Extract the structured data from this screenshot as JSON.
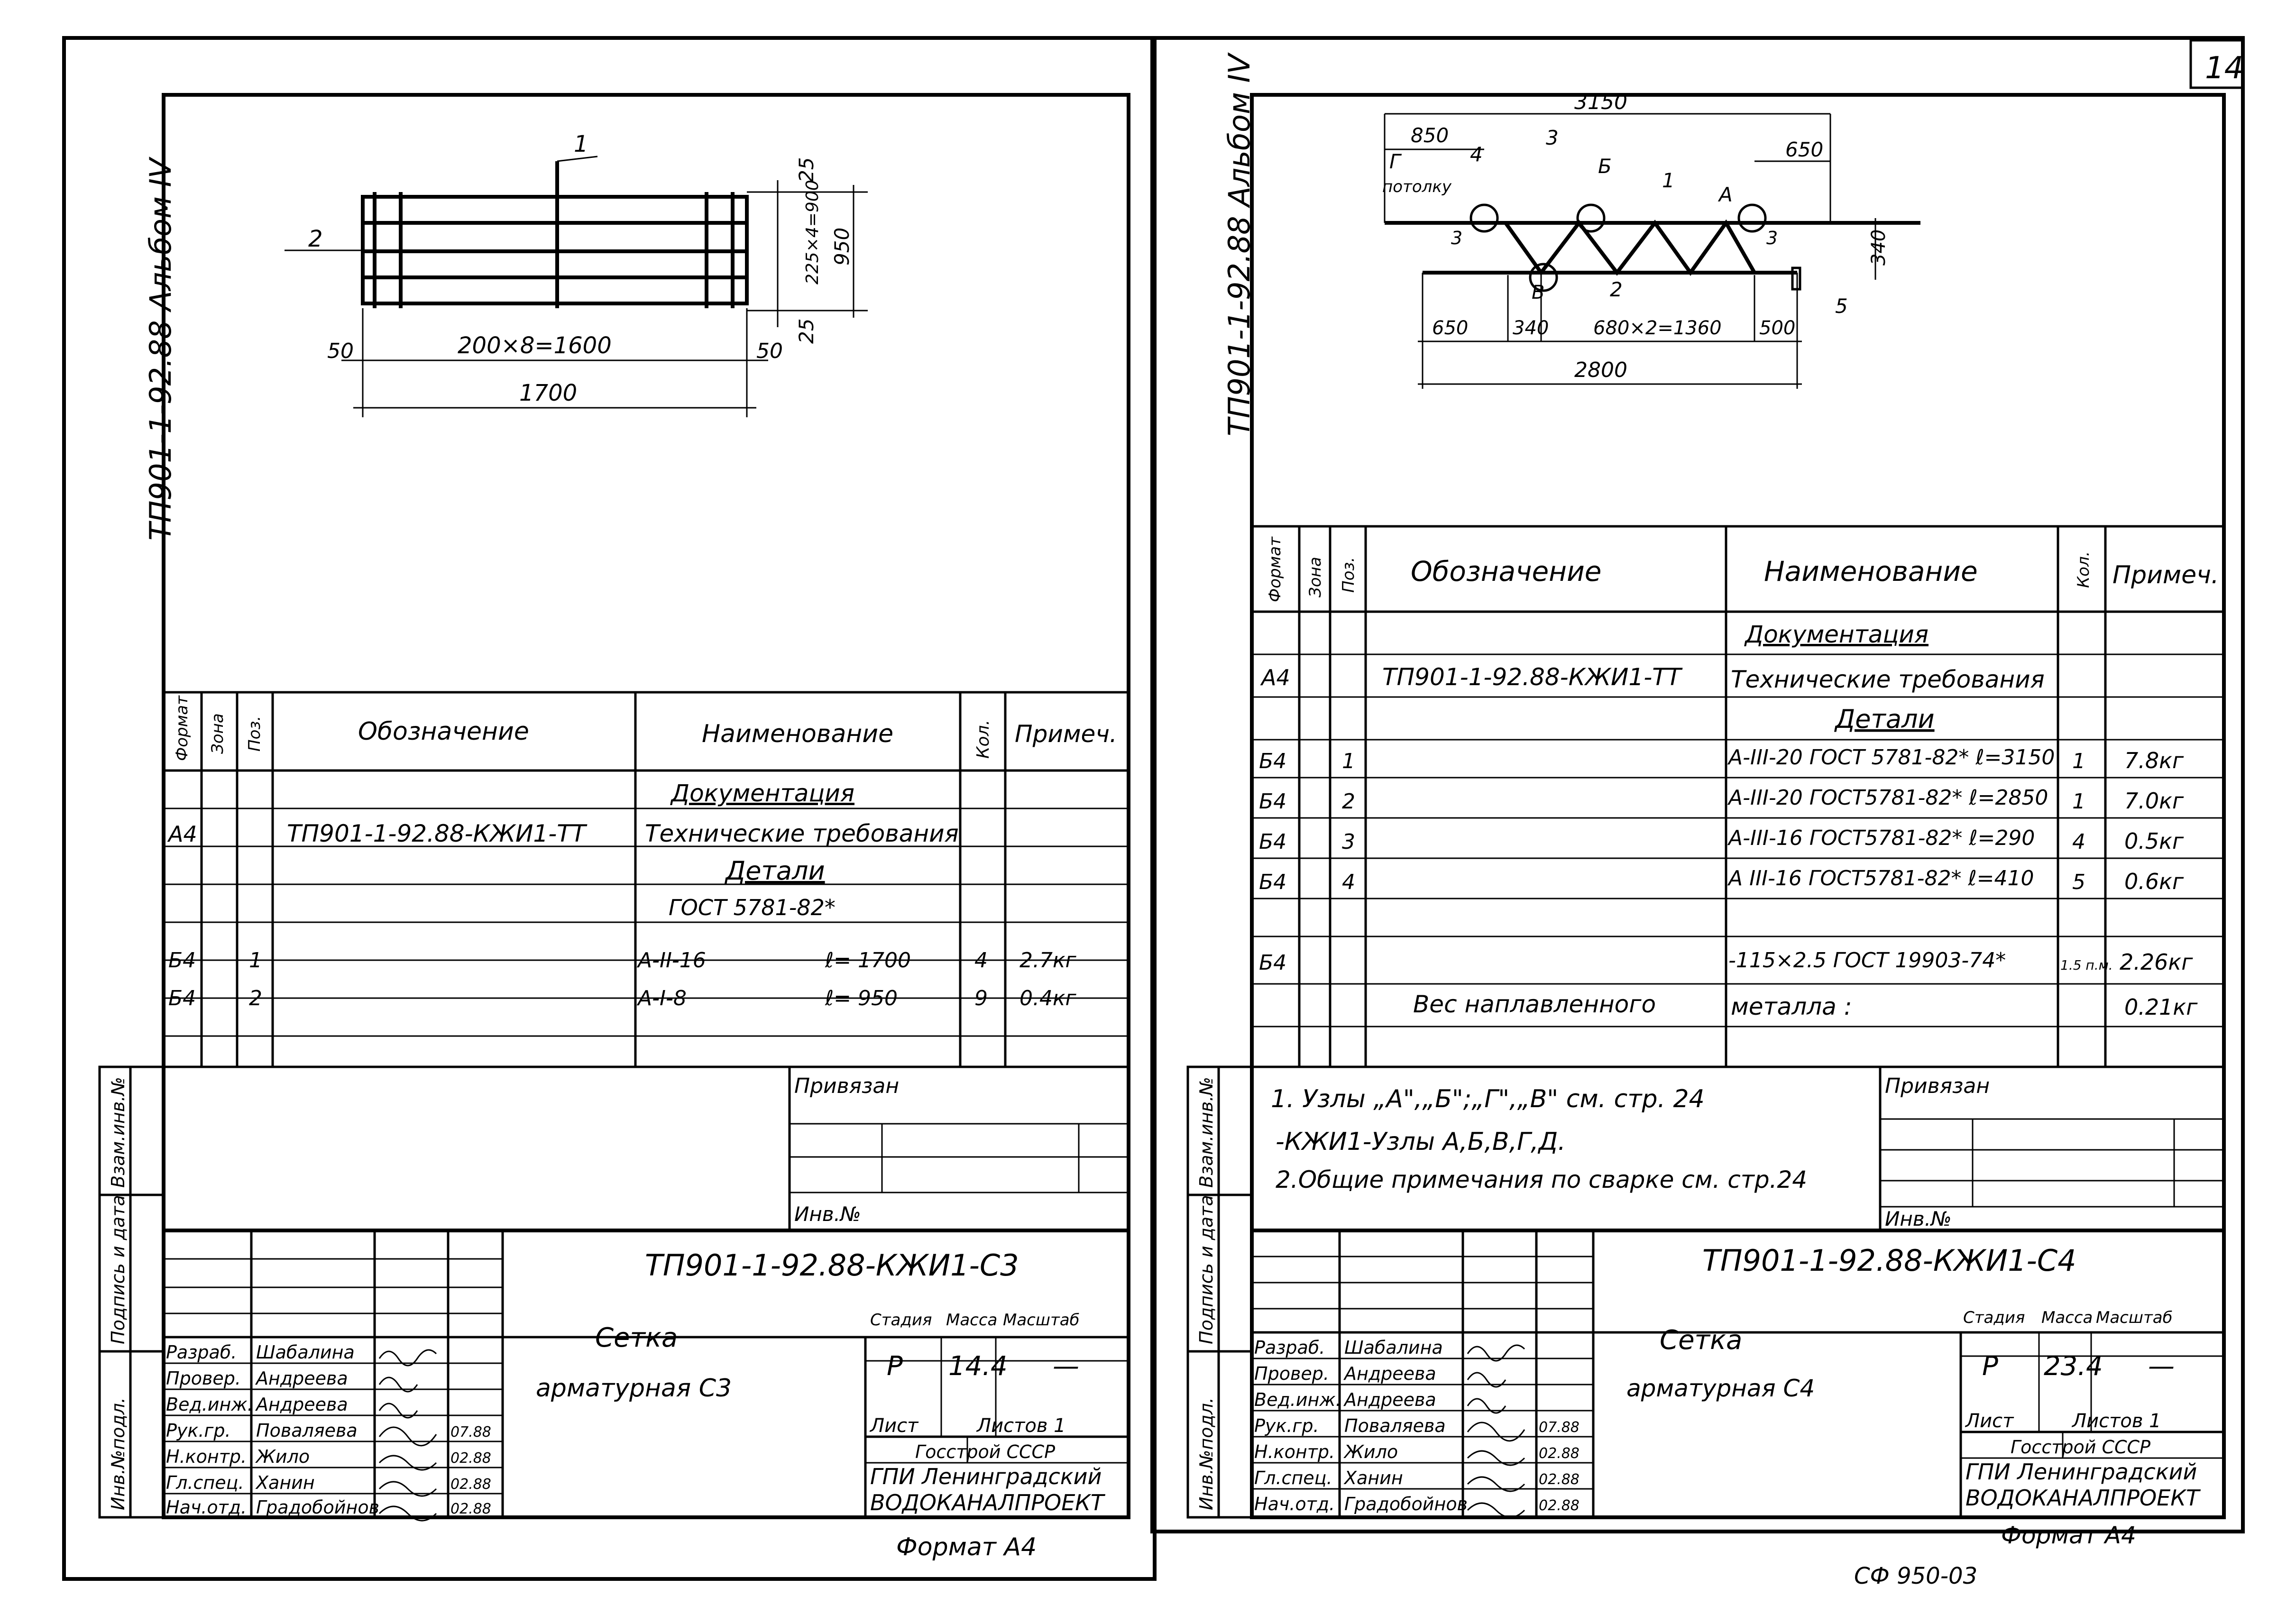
{
  "page_number": "14",
  "footer_code": "СФ 950-03",
  "left": {
    "album": "ТП901-1-92.88 Альбом IV",
    "drawing": {
      "pos_1": "1",
      "pos_2": "2",
      "dim_top": "25",
      "dim_mid": "225×4=900",
      "dim_total_h": "950",
      "dim_bottom": "25",
      "dim_left_50": "50",
      "dim_right_50": "50",
      "dim_span": "200×8=1600",
      "dim_total_w": "1700"
    },
    "spec": {
      "headers": {
        "format": "Формат",
        "zone": "Зона",
        "pos": "Поз.",
        "designation": "Обозначение",
        "name": "Наименование",
        "qty": "Кол.",
        "note": "Примеч."
      },
      "section_docs": "Документация",
      "doc_row": {
        "format": "А4",
        "designation": "ТП901-1-92.88-КЖИ1-ТТ",
        "name": "Технические требования"
      },
      "section_parts": "Детали",
      "gost": "ГОСТ 5781-82*",
      "rows": [
        {
          "format": "Б4",
          "pos": "1",
          "name": "А-II-16",
          "len": "ℓ= 1700",
          "qty": "4",
          "note": "2.7кг"
        },
        {
          "format": "Б4",
          "pos": "2",
          "name": "А-I-8",
          "len": "ℓ= 950",
          "qty": "9",
          "note": "0.4кг"
        }
      ]
    },
    "privyazan": "Привязан",
    "inv_no": "Инв.№",
    "side_labels": [
      "Взам.инв.№",
      "Подпись и дата",
      "Инв.№подл."
    ],
    "title_block": {
      "code": "ТП901-1-92.88-КЖИ1-С3",
      "title_line1": "Сетка",
      "title_line2": "арматурная С3",
      "stage_h": "Стадия",
      "mass_h": "Масса",
      "scale_h": "Масштаб",
      "stage": "Р",
      "mass": "14.4",
      "scale": "—",
      "sheet": "Лист",
      "sheets": "Листов 1",
      "org1": "Госстрой СССР",
      "org2": "ГПИ Ленинградский",
      "org3": "ВОДОКАНАЛПРОЕКТ",
      "people": [
        {
          "role": "Разраб.",
          "name": "Шабалина",
          "date": ""
        },
        {
          "role": "Провер.",
          "name": "Андреева",
          "date": ""
        },
        {
          "role": "Вед.инж.",
          "name": "Андреева",
          "date": ""
        },
        {
          "role": "Рук.гр.",
          "name": "Поваляева",
          "date": "07.88"
        },
        {
          "role": "Н.контр.",
          "name": "Жило",
          "date": "02.88"
        },
        {
          "role": "Гл.спец.",
          "name": "Ханин",
          "date": "02.88"
        },
        {
          "role": "Нач.отд.",
          "name": "Градобойнов",
          "date": "02.88"
        }
      ]
    },
    "format": "Формат А4"
  },
  "right": {
    "album": "ТП901-1-92.88 Альбом IV",
    "drawing": {
      "dim_3150": "3150",
      "dim_850": "850",
      "dim_650_top": "650",
      "pos_G": "Г",
      "potolok": "потолку",
      "pos_4": "4",
      "pos_3": "3",
      "pos_B": "Б",
      "pos_1": "1",
      "pos_A": "А",
      "pos_3_left": "3",
      "pos_3_right": "3",
      "dim_340_v": "340",
      "pos_V": "В",
      "pos_2": "2",
      "pos_5": "5",
      "dim_650": "650",
      "dim_340": "340",
      "dim_680": "680×2=1360",
      "dim_500": "500",
      "dim_2800": "2800"
    },
    "spec": {
      "headers": {
        "format": "Формат",
        "zone": "Зона",
        "pos": "Поз.",
        "designation": "Обозначение",
        "name": "Наименование",
        "qty": "Кол.",
        "note": "Примеч."
      },
      "section_docs": "Документация",
      "doc_row": {
        "format": "А4",
        "designation": "ТП901-1-92.88-КЖИ1-ТТ",
        "name": "Технические требования"
      },
      "section_parts": "Детали",
      "rows": [
        {
          "format": "Б4",
          "pos": "1",
          "name": "А-III-20 ГОСТ 5781-82* ℓ=3150",
          "qty": "1",
          "note": "7.8кг"
        },
        {
          "format": "Б4",
          "pos": "2",
          "name": "А-III-20 ГОСТ5781-82* ℓ=2850",
          "qty": "1",
          "note": "7.0кг"
        },
        {
          "format": "Б4",
          "pos": "3",
          "name": "А-III-16 ГОСТ5781-82* ℓ=290",
          "qty": "4",
          "note": "0.5кг"
        },
        {
          "format": "Б4",
          "pos": "4",
          "name": "А III-16 ГОСТ5781-82* ℓ=410",
          "qty": "5",
          "note": "0.6кг"
        },
        {
          "format": "Б4",
          "pos": "",
          "name": "-115×2.5 ГОСТ 19903-74*",
          "qty": "1.5 п.м.",
          "note": "2.26кг"
        }
      ],
      "weld_label": "Вес наплавленного",
      "weld_name": "металла :",
      "weld_note": "0.21кг"
    },
    "notes": [
      "1. Узлы „А\",„Б\";„Г\",„В\" см. стр. 24",
      "-КЖИ1-Узлы А,Б,В,Г,Д.",
      "2.Общие примечания по сварке см. стр.24"
    ],
    "privyazan": "Привязан",
    "inv_no": "Инв.№",
    "side_labels": [
      "Взам.инв.№",
      "Подпись и дата",
      "Инв.№подл."
    ],
    "title_block": {
      "code": "ТП901-1-92.88-КЖИ1-С4",
      "title_line1": "Сетка",
      "title_line2": "арматурная С4",
      "stage_h": "Стадия",
      "mass_h": "Масса",
      "scale_h": "Масштаб",
      "stage": "Р",
      "mass": "23.4",
      "scale": "—",
      "sheet": "Лист",
      "sheets": "Листов 1",
      "org1": "Госстрой СССР",
      "org2": "ГПИ Ленинградский",
      "org3": "ВОДОКАНАЛПРОЕКТ",
      "people": [
        {
          "role": "Разраб.",
          "name": "Шабалина",
          "date": ""
        },
        {
          "role": "Провер.",
          "name": "Андреева",
          "date": ""
        },
        {
          "role": "Вед.инж.",
          "name": "Андреева",
          "date": ""
        },
        {
          "role": "Рук.гр.",
          "name": "Поваляева",
          "date": "07.88"
        },
        {
          "role": "Н.контр.",
          "name": "Жило",
          "date": "02.88"
        },
        {
          "role": "Гл.спец.",
          "name": "Ханин",
          "date": "02.88"
        },
        {
          "role": "Нач.отд.",
          "name": "Градобойнов",
          "date": "02.88"
        }
      ]
    },
    "format": "Формат А4"
  }
}
